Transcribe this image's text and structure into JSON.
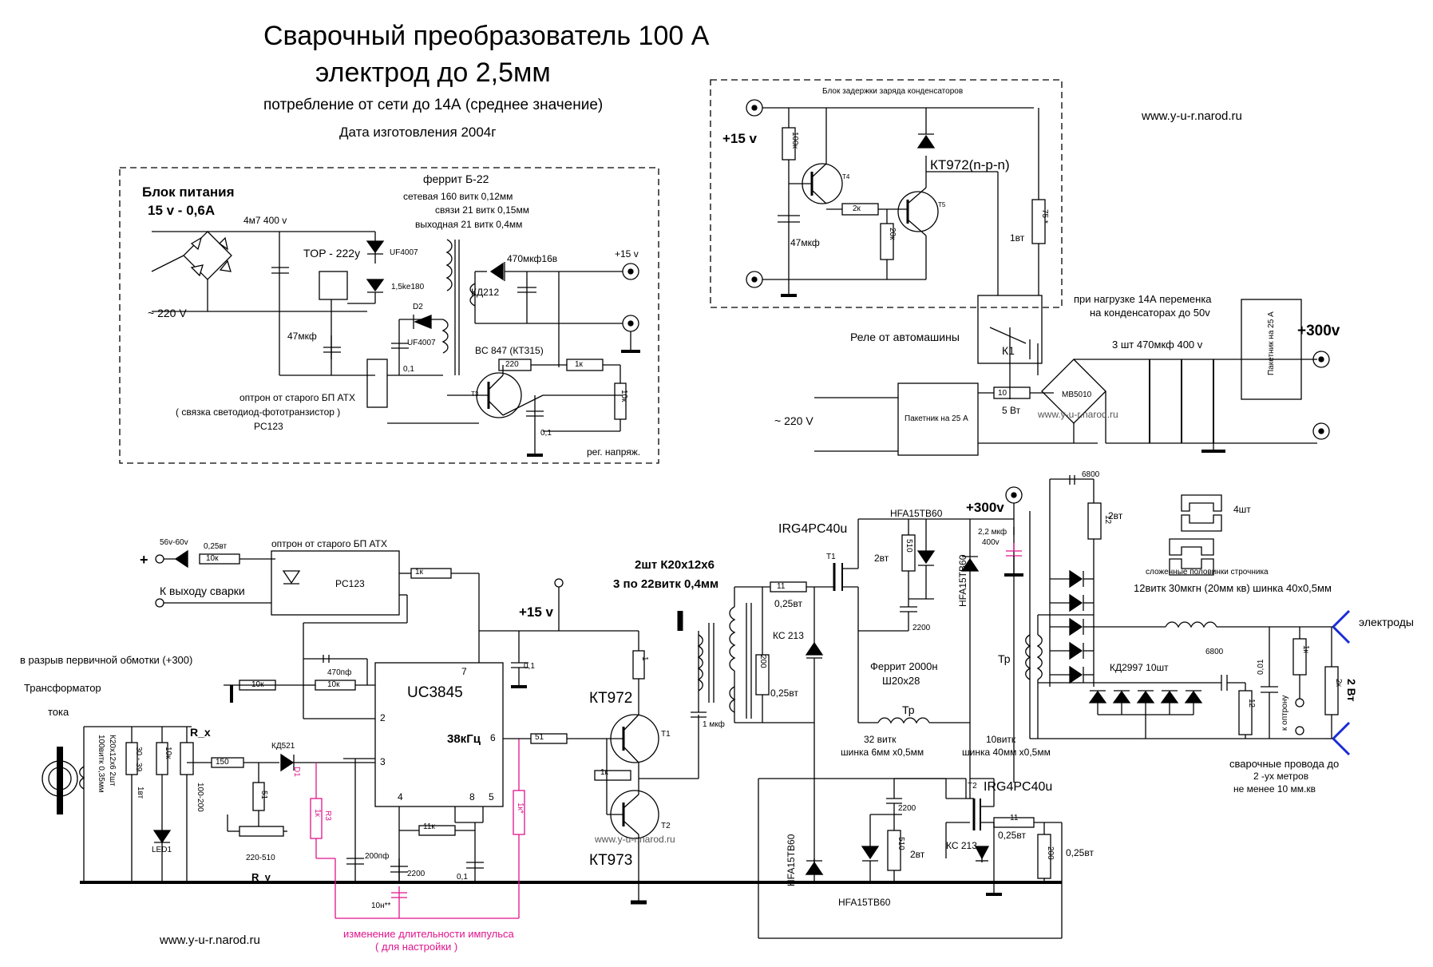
{
  "title": {
    "line1": "Сварочный преобразователь   100 А",
    "line2": "электрод до 2,5мм",
    "line3": "потребление от сети до 14А (среднее значение)",
    "line4": "Дата изготовления  2004г"
  },
  "website": "www.y-u-r.narod.ru",
  "power_block": {
    "title1": "Блок питания",
    "title2": "15 v - 0,6А",
    "ferrite": "феррит  Б-22",
    "winding1": "сетевая  160 витк 0,12мм",
    "winding2": "связи 21 витк 0,15мм",
    "winding3": "выходная 21 витк 0,4мм",
    "cap_in": "4м7 400 v",
    "top": "TOP - 222y",
    "uf1": "UF4007",
    "tvs": "1,5ke180",
    "cap47": "47мкф",
    "d2": "D2",
    "uf2": "UF4007",
    "cap01": "0,1",
    "ac_in": "~ 220 V",
    "cap470": "470мкф16в",
    "plus15": "+15 v",
    "kd212": "КД212",
    "bc847": "BC 847 (КТ315)",
    "r220": "220",
    "r1k": "1к",
    "r10k": "10к",
    "t3": "T3",
    "cap01b": "0,1",
    "optron1": "оптрон от старого БП  АТХ",
    "optron2": "( связка светодиод-фототранзистор )",
    "optron3": "PC123",
    "reg": "рег. напряж."
  },
  "delay_block": {
    "title": "Блок   задержки заряда  конденсаторов",
    "plus15": "+15 v",
    "r100k": "100к",
    "t4": "T4",
    "t5": "T5",
    "r2k": "2к",
    "r20k": "20к",
    "cap47": "47мкф",
    "kt972": "КТ972(n-p-n)",
    "r75": "75 *",
    "w1": "1вт"
  },
  "mains": {
    "load_note1": "при нагрузке 14А переменка",
    "load_note2": "на конденсаторах до 50v",
    "relay": "Реле от автомашины",
    "k1": "К1",
    "caps": "3 шт   470мкф 400 v",
    "breaker_vert": "Пакетник на 25 А",
    "plus300": "+300v",
    "ac": "~ 220 V",
    "breaker": "Пакетник на 25 А",
    "r10": "10",
    "w5": "5 Вт",
    "bridge": "MB5010"
  },
  "control": {
    "diode": "56v-60v",
    "r025": "0,25вт",
    "r10k": "10к",
    "optron": "оптрон от старого БП  АТХ",
    "pc123": "PC123",
    "to_weld": "К выходу сварки",
    "r1k": "1к",
    "plus15": "+15 v",
    "cap470p": "470пф",
    "r10k_a": "10к",
    "r10k_b": "10к",
    "uc": "UC3845",
    "freq": "38кГц",
    "pin7": "7",
    "pin2": "2",
    "pin3": "3",
    "pin6": "6",
    "pin4": "4",
    "pin8": "8",
    "pin5": "5",
    "cap01": "0,1",
    "break_note": "в разрыв первичной обмотки (+300)",
    "ct1": "Трансформатор",
    "ct2": "тока",
    "rx": "R_x",
    "r30": "30 - 39",
    "w1": "1вт",
    "r10k_c": "10к",
    "r100": "100-200",
    "ct_core": "К20х12х6  2шт",
    "ct_turns": "100витк 0,35мм",
    "led": "LED1",
    "kd521": "КД521",
    "d1": "D1",
    "r150": "150",
    "r51": "51",
    "r220_510": "220-510",
    "ry": "R_y",
    "r3": "R3",
    "r1k_p": "1к",
    "r1k_star": "1к*",
    "cap200p": "200пф",
    "cap2200": "2200",
    "r11k": "11к",
    "cap01b": "0,1",
    "cap10n": "10н**",
    "pulse1": "изменение длительности импульса",
    "pulse2": "( для настройки  )",
    "r51b": "51",
    "kt972": "КТ972",
    "kt973": "КТ973",
    "t1": "T1",
    "t2": "T2",
    "r1": "1",
    "r1k_b": "1к",
    "gdt1": "2шт К20х12х6",
    "gdt2": "3 по 22витк 0,4мм",
    "cap1u": "1 мкф"
  },
  "power_stage": {
    "irg_top": "IRG4PC40u",
    "t1": "T1",
    "r11": "11",
    "r025a": "0,25вт",
    "kc213": "КС 213",
    "r200": "200",
    "r025b": "0,25вт",
    "hfa_top": "HFA15TB60",
    "plus300": "+300v",
    "r510": "510",
    "w2": "2вт",
    "cap22u": "2,2 мкф",
    "v400": "400v",
    "hfa_vert": "HFA15TB60",
    "cap2200": "2200",
    "ferrite1": "Феррит 2000н",
    "ferrite2": "Ш20х28",
    "tp": "Тр",
    "turns32a": "32 витк",
    "turns32b": "шинка 6мм х0,5мм",
    "turns10a": "10витк",
    "turns10b": "шинка 40мм х0,5мм",
    "t2": "T2",
    "irg_bot": "IRG4PC40u",
    "cap2200b": "2200",
    "r510b": "510",
    "w2b": "2вт",
    "kc213b": "КС 213",
    "r11b": "11",
    "r025c": "0,25вт",
    "r200b": "200",
    "r025d": "0,25вт",
    "hfa_vert2": "HFA15TB60",
    "hfa_bot": "HFA15TB60"
  },
  "output": {
    "cap6800a": "6800",
    "r12a": "12",
    "w2a": "2вт",
    "cores4": "4шт",
    "core_note": "сложенные половинки строчника",
    "choke_note": "12витк 30мкгн   (20мм кв) шинка 40х0,5мм",
    "electrodes": "электроды",
    "tp": "Тр",
    "kd2997": "КД2997 10шт",
    "cap6800b": "6800",
    "r12b": "12",
    "cap001": "0,01",
    "r1k": "1к",
    "to_opto": "к оптрону",
    "r2k": "2к",
    "w2b": "2 Вт",
    "wires1": "сварочные провода до",
    "wires2": "2 -ух метров",
    "wires3": "не менее  10 мм.кв"
  }
}
